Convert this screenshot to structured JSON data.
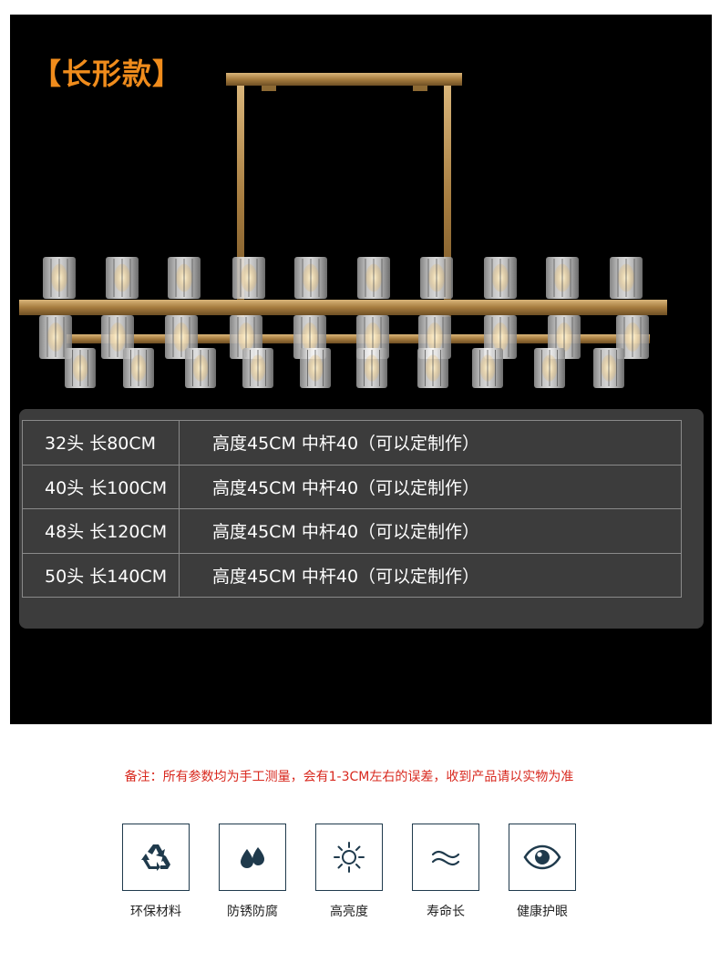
{
  "title": "【长形款】",
  "specs": [
    {
      "size": "32头 长80CM",
      "detail": "高度45CM 中杆40（可以定制作）"
    },
    {
      "size": "40头 长100CM",
      "detail": "高度45CM 中杆40（可以定制作）"
    },
    {
      "size": "48头 长120CM",
      "detail": "高度45CM 中杆40（可以定制作）"
    },
    {
      "size": "50头 长140CM",
      "detail": "高度45CM 中杆40（可以定制作）"
    }
  ],
  "note": "备注：所有参数均为手工测量，会有1-3CM左右的误差，收到产品请以实物为准",
  "features": [
    {
      "icon": "recycle-icon",
      "label": "环保材料"
    },
    {
      "icon": "water-drops-icon",
      "label": "防锈防腐"
    },
    {
      "icon": "sun-icon",
      "label": "高亮度"
    },
    {
      "icon": "waves-icon",
      "label": "寿命长"
    },
    {
      "icon": "eye-icon",
      "label": "健康护眼"
    }
  ],
  "colors": {
    "title": "#f08c1c",
    "note": "#d8281e",
    "icon": "#1f3a4c",
    "brass": "#b08a4e"
  }
}
